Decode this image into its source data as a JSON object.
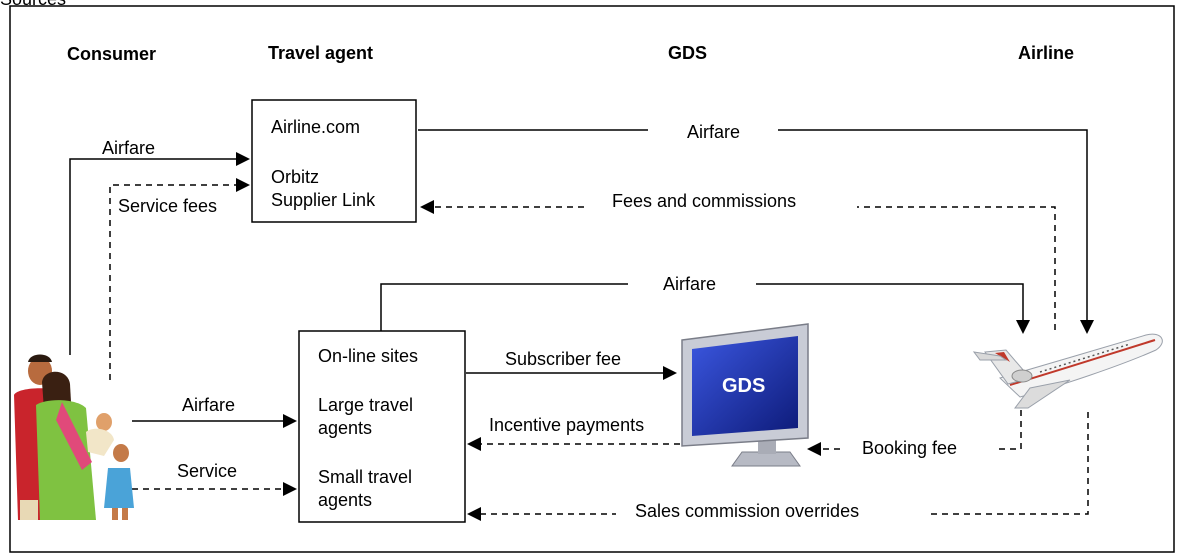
{
  "top_label": "Sources",
  "headers": {
    "consumer": "Consumer",
    "travel_agent": "Travel agent",
    "gds": "GDS",
    "airline": "Airline"
  },
  "top_box": {
    "line1": "Airline.com",
    "line2": "Orbitz",
    "line3": "Supplier Link"
  },
  "bottom_box": {
    "line1": "On-line sites",
    "line2a": "Large travel",
    "line2b": "agents",
    "line3a": "Small travel",
    "line3b": "agents"
  },
  "monitor_label": "GDS",
  "flows": {
    "airfare_to_top_box": "Airfare",
    "service_fees": "Service fees",
    "airfare_top_to_airline": "Airfare",
    "fees_and_commissions": "Fees and commissions",
    "airfare_bottom_to_airline": "Airfare",
    "subscriber_fee": "Subscriber fee",
    "airfare_to_bottom_box": "Airfare",
    "incentive_payments": "Incentive payments",
    "service": "Service",
    "booking_fee": "Booking fee",
    "sales_commission_overrides": "Sales commission overrides"
  },
  "colors": {
    "line": "#000000",
    "monitor_screen": "#1b2fa8",
    "monitor_frame": "#c9ccd6",
    "plane_body": "#f4f4f4",
    "plane_stripe": "#c0392b"
  }
}
